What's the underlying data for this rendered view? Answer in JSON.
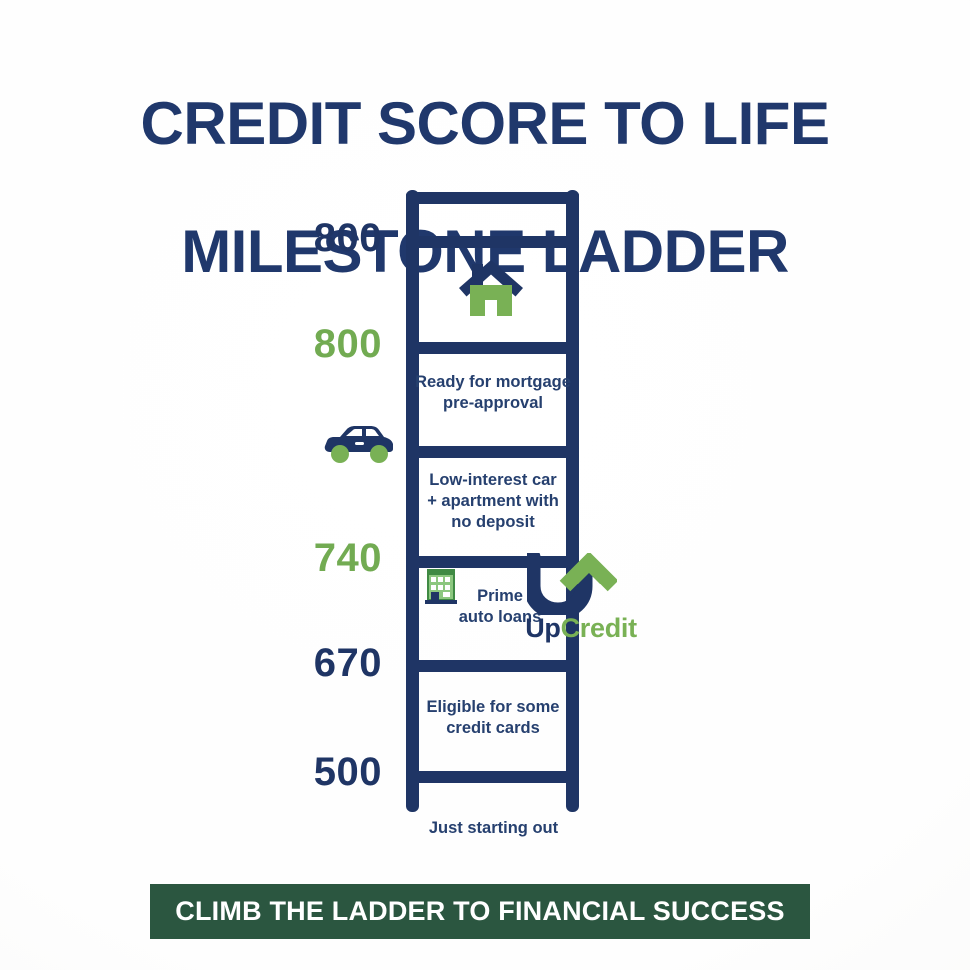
{
  "title": {
    "line1": "CREDIT SCORE TO LIFE",
    "line2": "MILESTONE LADDER"
  },
  "colors": {
    "navy": "#1F3565",
    "green": "#72AB52",
    "logo_green": "#79B155",
    "banner_green": "#2B5640",
    "background": "#FFFFFF",
    "banner_text": "#FFFFFF"
  },
  "ladder": {
    "scores": [
      {
        "value": "800",
        "color": "navy"
      },
      {
        "value": "800",
        "color": "green"
      },
      {
        "value": "740",
        "color": "green"
      },
      {
        "value": "670",
        "color": "navy"
      },
      {
        "value": "500",
        "color": "navy"
      }
    ],
    "rungs": [
      {
        "text": "Ready for mortgage\npre-approval"
      },
      {
        "text": "Low-interest car\n+ apartment with\nno deposit"
      },
      {
        "text": "Prime\nauto loans"
      },
      {
        "text": "Eligible for some\ncredit cards"
      }
    ],
    "bottom_caption": "Just starting out",
    "icons": {
      "house": "house-icon",
      "car": "car-icon",
      "building": "building-icon"
    }
  },
  "logo": {
    "mark": "upcredit-arrow-mark",
    "word_part_1": "Up",
    "word_part_2": "Credit"
  },
  "banner": {
    "text": "CLIMB THE LADDER TO FINANCIAL SUCCESS"
  }
}
